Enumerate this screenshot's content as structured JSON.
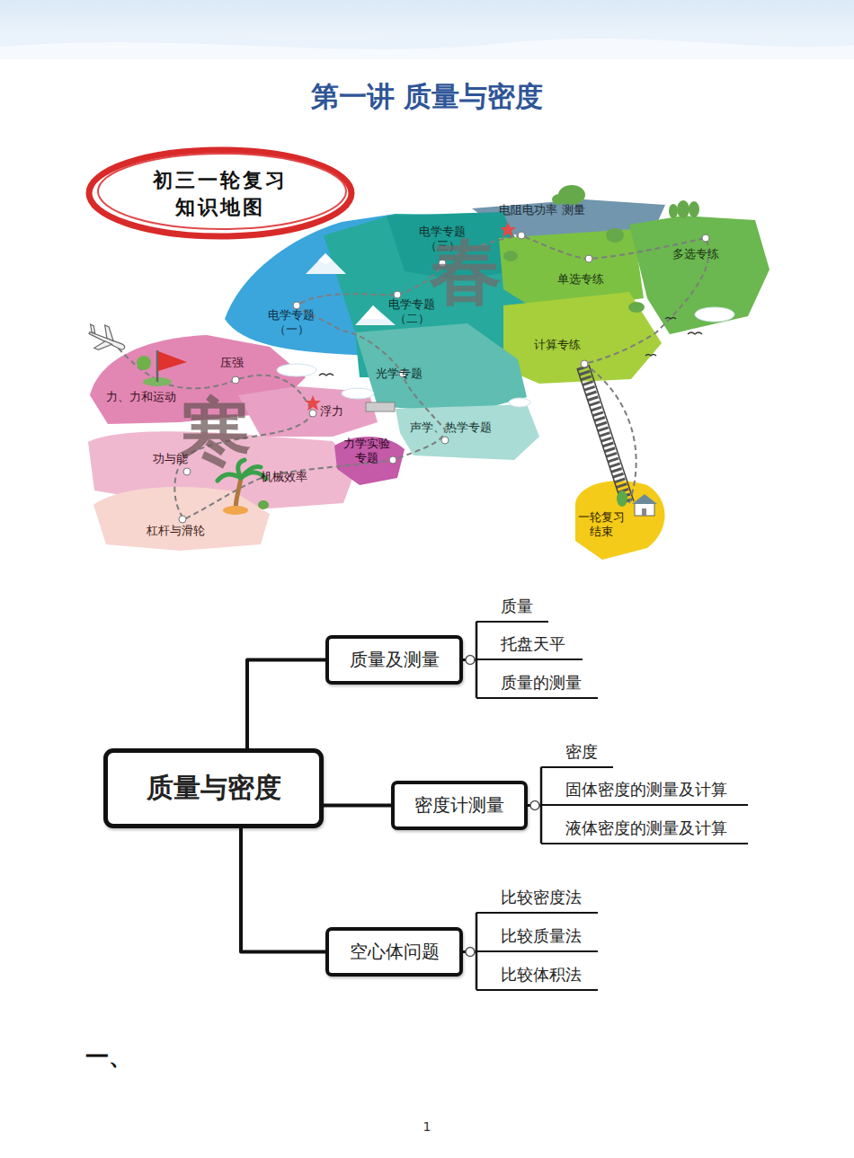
{
  "diagram": {
    "title": "第一讲 质量与密度",
    "nodes": [
      {
        "text": [
          "质量与密度"
        ]
      },
      {
        "text": [
          "质量及测量"
        ]
      },
      {
        "text": [
          "质量"
        ]
      },
      {
        "text": [
          "托盘天平"
        ]
      },
      {
        "text": [
          "质量的测量"
        ]
      },
      {
        "text": [
          "密度计测量"
        ]
      },
      {
        "text": [
          "密度"
        ]
      },
      {
        "text": [
          "固体密度的测量及计算"
        ]
      },
      {
        "text": [
          "液体密度的测量及计算"
        ]
      },
      {
        "text": [
          "空心体问题"
        ]
      },
      {
        "text": [
          "比较密度法"
        ]
      },
      {
        "text": [
          "比较质量法"
        ]
      },
      {
        "text": [
          "比较体积法"
        ]
      }
    ],
    "edges": [
      {
        "from": 0,
        "to": 1,
        "arrow": "none"
      },
      {
        "from": 0,
        "to": 5,
        "arrow": "none"
      },
      {
        "from": 0,
        "to": 9,
        "arrow": "none"
      },
      {
        "from": 1,
        "to": 2,
        "arrow": "none"
      },
      {
        "from": 1,
        "to": 3,
        "arrow": "none"
      },
      {
        "from": 1,
        "to": 4,
        "arrow": "none"
      },
      {
        "from": 5,
        "to": 6,
        "arrow": "none"
      },
      {
        "from": 5,
        "to": 7,
        "arrow": "none"
      },
      {
        "from": 5,
        "to": 8,
        "arrow": "none"
      },
      {
        "from": 9,
        "to": 10,
        "arrow": "none"
      },
      {
        "from": 9,
        "to": 11,
        "arrow": "none"
      },
      {
        "from": 9,
        "to": 12,
        "arrow": "none"
      }
    ],
    "labels": [
      "初三一轮复习 知识地图",
      "电阻电功率 测量",
      "电学专题 （三）",
      "多选专练",
      "单选专练",
      "电学专题 （二）",
      "电学专题 （一）",
      "计算专练",
      "春",
      "压强",
      "力、力和运动",
      "浮力",
      "光学专题",
      "声学、热学专题",
      "寒",
      "力学实验 专题",
      "功与能",
      "机械效率",
      "杠杆与滑轮",
      "一轮复习 结束",
      "一、",
      "1"
    ]
  }
}
